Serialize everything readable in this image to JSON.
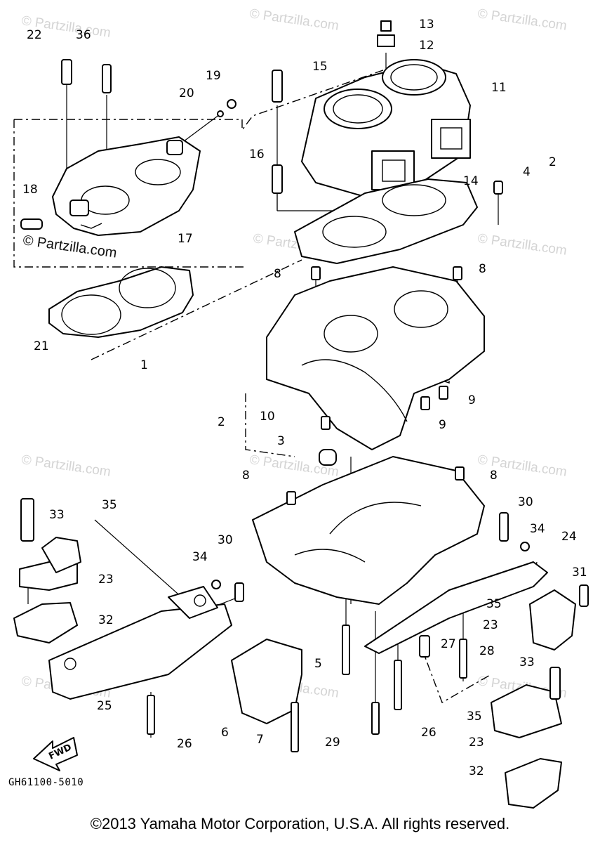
{
  "watermark": {
    "text": "© Partzilla.com",
    "dark_text": "© Partzilla.com"
  },
  "callouts": [
    "22",
    "36",
    "19",
    "20",
    "18",
    "17",
    "21",
    "1",
    "13",
    "12",
    "11",
    "15",
    "16",
    "14",
    "4",
    "2",
    "8",
    "8",
    "9",
    "9",
    "10",
    "2",
    "3",
    "8",
    "8",
    "33",
    "35",
    "30",
    "34",
    "30",
    "24",
    "23",
    "34",
    "32",
    "31",
    "35",
    "23",
    "25",
    "6",
    "7",
    "5",
    "27",
    "28",
    "29",
    "26",
    "26",
    "33",
    "35",
    "23",
    "32"
  ],
  "figure_code": "GH61100-5010",
  "copyright": "©2013 Yamaha Motor Corporation, U.S.A. All rights reserved.",
  "fwd_label": "FWD"
}
